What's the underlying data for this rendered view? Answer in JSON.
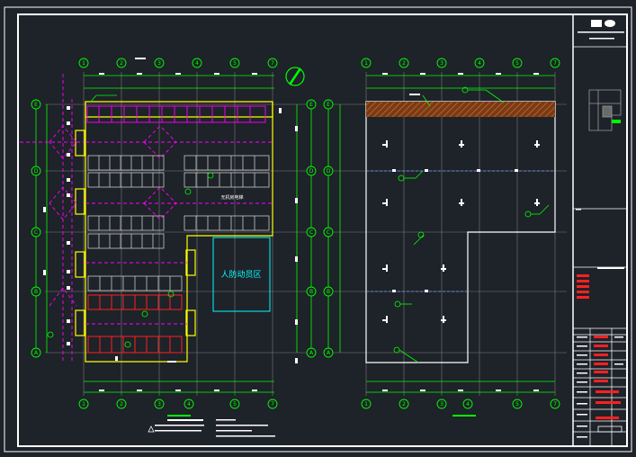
{
  "colors": {
    "background": "#1e2229",
    "frame": "#ffffff",
    "grid_axis": "#00ff00",
    "grid_line": "#8a8a8a",
    "room_border": "#ffff00",
    "dashed_route": "#ff00ff",
    "parking_white": "#c8c8c8",
    "parking_red": "#ff2020",
    "zone_cyan": "#00ffff",
    "hatch_brown": "#a0522d",
    "text_red": "#ff2020",
    "text_white": "#ffffff"
  },
  "left_plan": {
    "column_labels": [
      "1",
      "2",
      "3",
      "4",
      "5",
      "6",
      "7"
    ],
    "row_labels": [
      "E",
      "D",
      "C",
      "B",
      "A"
    ],
    "zone_label": "人防动员区",
    "annotation": "无机房电梯"
  },
  "right_plan": {
    "column_labels": [
      "1",
      "2",
      "3",
      "4",
      "5",
      "6",
      "7"
    ],
    "row_labels": [
      "E",
      "D",
      "C",
      "B",
      "A"
    ]
  },
  "icons": {
    "north_arrow": "north-arrow-icon",
    "location_map": "location-map-icon"
  }
}
